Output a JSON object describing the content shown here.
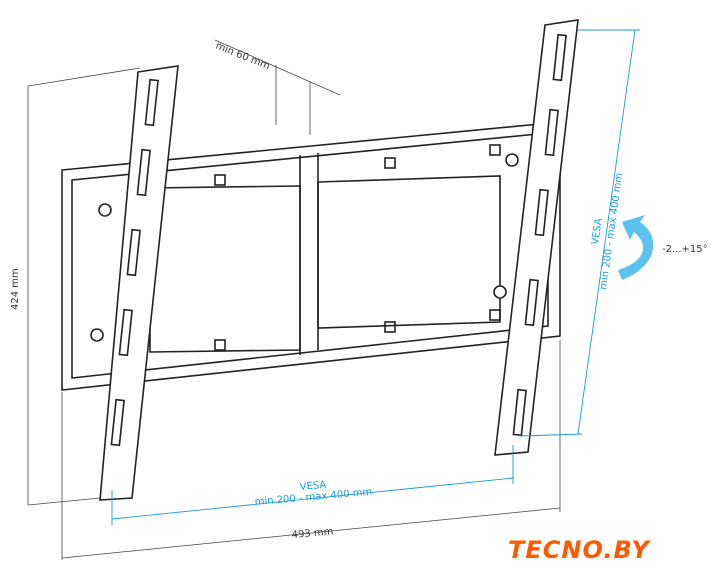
{
  "labels": {
    "min_offset": "min 60 mm",
    "height": "424 mm",
    "width": "493 mm",
    "vesa_h_title": "VESA",
    "vesa_h_range": "min 200 - max 400 mm",
    "vesa_v_title": "VESA",
    "vesa_v_range": "min 200 - max 400 mm",
    "tilt": "-2...+15°"
  },
  "logo": {
    "text": "TECNO.BY",
    "color": "#ff5a00"
  },
  "colors": {
    "dimension_blue": "#1a9ad6",
    "line": "#222222"
  }
}
